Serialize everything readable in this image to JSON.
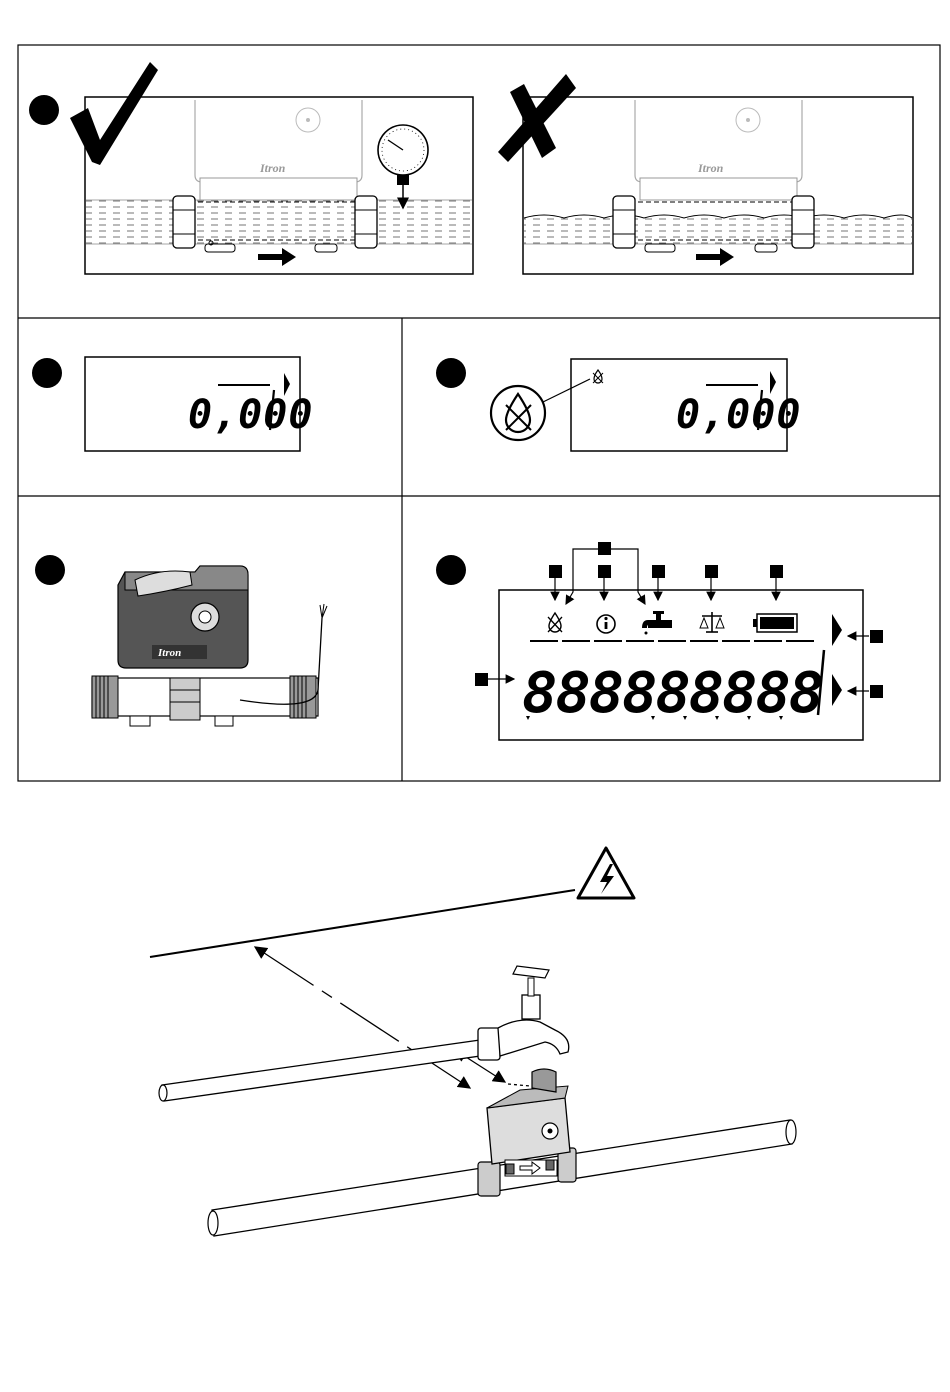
{
  "brand": "Itron",
  "panels": {
    "install_correct": {
      "mark": "checkmark-icon"
    },
    "install_wrong": {
      "mark": "cross-icon"
    },
    "display_a": {
      "reading": "0,000"
    },
    "display_b": {
      "reading": "0,000",
      "icon": "no-water-drop-icon"
    },
    "lcd_legend": {
      "segments": "888888888",
      "icons": [
        "no-water-drop-icon",
        "info-icon",
        "tap-icon",
        "scale-icon",
        "battery-icon"
      ]
    }
  },
  "warning_icon": "electrical-hazard-icon",
  "colors": {
    "ink": "#000000",
    "paper": "#ffffff",
    "meter_grey": "#d9d9d9",
    "water_dash": "#555555"
  }
}
